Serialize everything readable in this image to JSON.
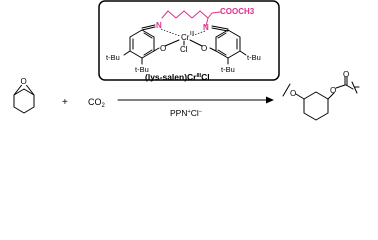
{
  "catalyst": {
    "ester_label": "COOCH3",
    "imine_left": "N",
    "imine_right": "N",
    "metal": "Cr",
    "metal_ox": "III",
    "chloride": "Cl",
    "phenol_o_left": "O",
    "phenol_o_right": "O",
    "tbu_labels": [
      "t-Bu",
      "t-Bu",
      "t-Bu",
      "t-Bu"
    ],
    "name_prefix": "(lys-salen)Cr",
    "name_ox": "III",
    "name_suffix": "Cl"
  },
  "reaction": {
    "plus": "+",
    "co2": "CO",
    "co2_sub": "2",
    "condition": "PPN",
    "condition_sup1": "+",
    "condition_cl": "Cl",
    "condition_sup2": "−",
    "epoxide_o": "O",
    "product_o1": "O",
    "product_o2": "O",
    "product_carbonyl_o": "O"
  },
  "colors": {
    "lysine_chain": "#e0308a",
    "line": "#000000"
  }
}
